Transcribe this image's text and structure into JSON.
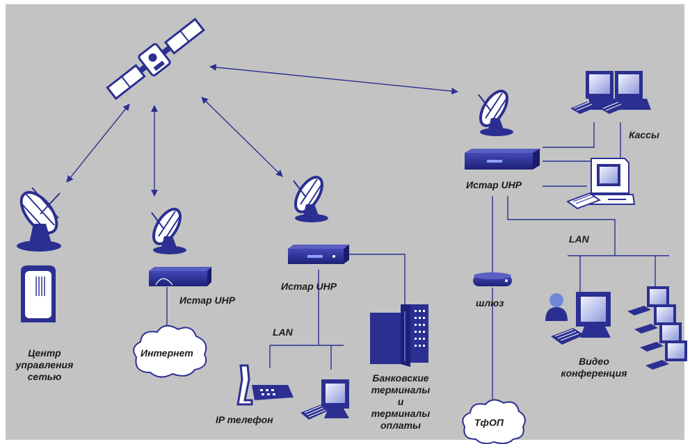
{
  "colors": {
    "background": "#c3c3c3",
    "accent": "#2b2f91",
    "device": "#25288a",
    "line": "#2b2f91",
    "cloud": "#ffffff"
  },
  "labels": {
    "kassy": "Кассы",
    "istar_right": "Истар UHP",
    "lan_right": "LAN",
    "istar_left": "Истар UHP",
    "istar_middle": "Истар UHP",
    "internet": "Интернет",
    "lan_middle": "LAN",
    "gateway": "шлюз",
    "tfop": "ТфОП",
    "ip_phone": "IP телефон",
    "center": [
      "Центр",
      "управления",
      "сетью"
    ],
    "bank": [
      "Банковские",
      "терминалы",
      "и",
      "терминалы",
      "оплаты"
    ],
    "video": [
      "Видео",
      "конференция"
    ]
  },
  "icons": [
    "satellite-icon",
    "satellite-dish-icon",
    "modem-icon",
    "router-icon",
    "computer-icon",
    "cloud-icon",
    "ip-phone-icon",
    "user-icon",
    "server-cabinet-icon",
    "bank-terminal-icon"
  ]
}
